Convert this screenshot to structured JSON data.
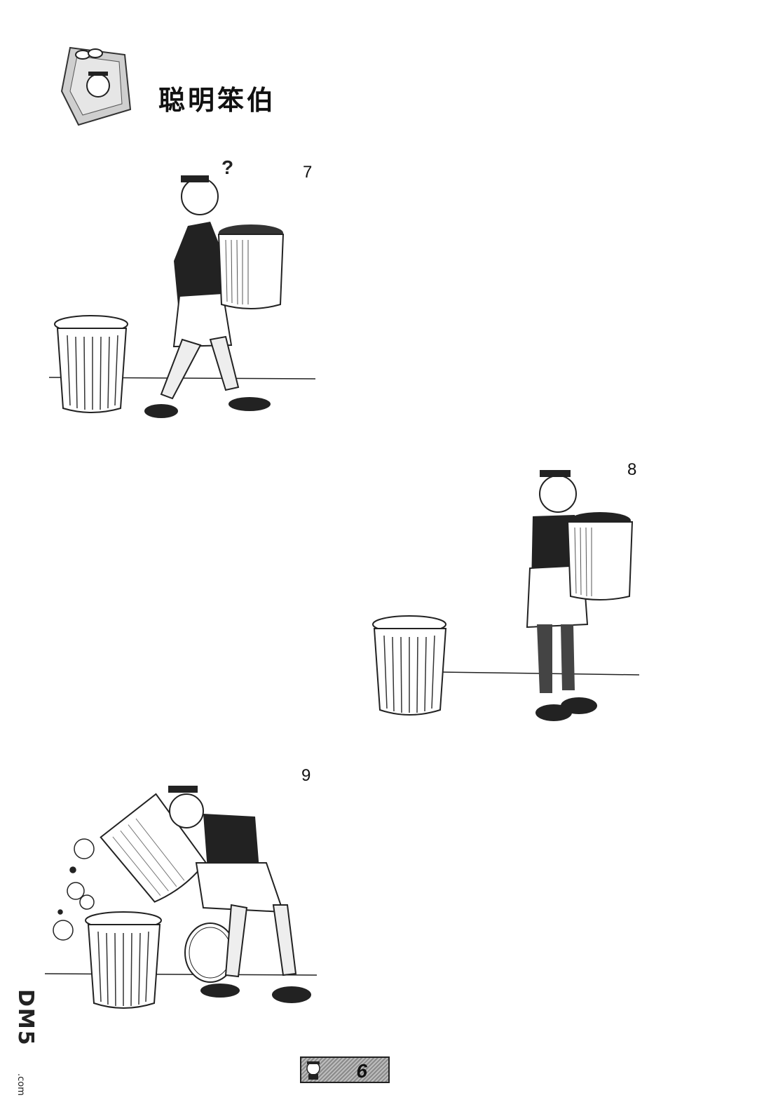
{
  "page": {
    "title": "聪明笨伯",
    "page_number": "6",
    "watermark": "DM5",
    "watermark_suffix": ".com"
  },
  "panels": [
    {
      "number": "7"
    },
    {
      "number": "8"
    },
    {
      "number": "9"
    }
  ]
}
